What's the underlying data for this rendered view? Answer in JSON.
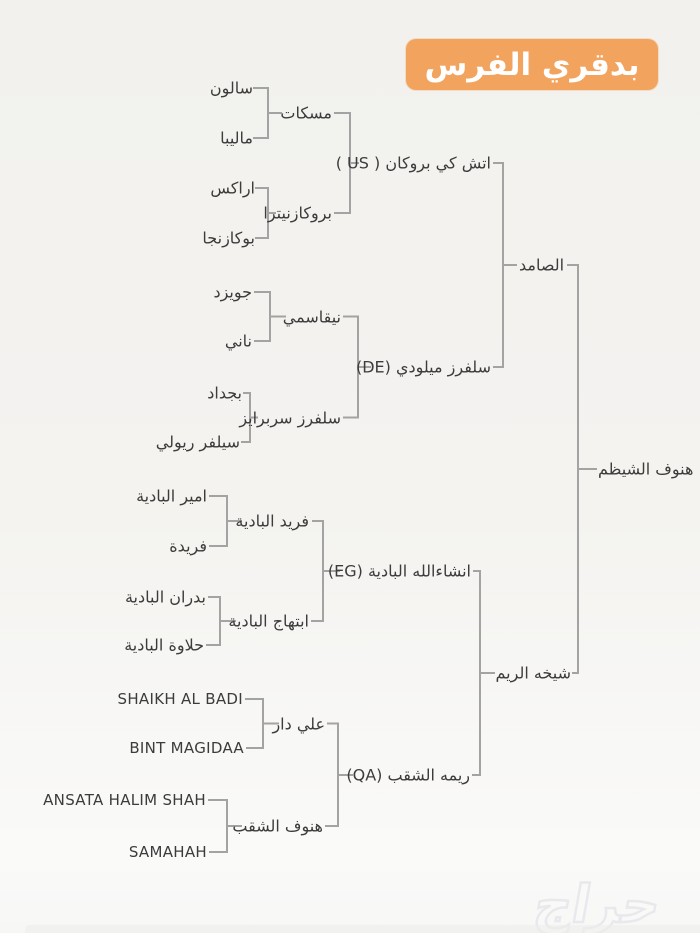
{
  "title": "بدقري الفرس",
  "watermark": "حراج",
  "colors": {
    "background": "#f3f2ef",
    "accent_orange": "#f2a45f",
    "title_text": "#ffffff",
    "line": "#a3a3a3",
    "text": "#3c3c3c",
    "watermark": "#e7e9ec"
  },
  "pedigree": {
    "root": {
      "label": "هنوف الشيظم"
    },
    "gen1": [
      {
        "label": "الصامد"
      },
      {
        "label": "شيخه الريم"
      }
    ],
    "gen2": [
      {
        "label": "اتش كي بروكان ( US )"
      },
      {
        "label": "سلفرز ميلودي (DE)"
      },
      {
        "label": "انشاءالله البادية (EG)"
      },
      {
        "label": "ريمه الشقب (QA)"
      }
    ],
    "gen3": [
      {
        "label": "مسكات"
      },
      {
        "label": "بروكازنيترا"
      },
      {
        "label": "نيقاسمي"
      },
      {
        "label": "سلفرز سربرايز"
      },
      {
        "label": "فريد البادية"
      },
      {
        "label": "ابتهاج البادية"
      },
      {
        "label": "علي دار"
      },
      {
        "label": "هنوف الشقب"
      }
    ],
    "gen4": [
      {
        "label": "سالون"
      },
      {
        "label": "ماليبا"
      },
      {
        "label": "اراكس"
      },
      {
        "label": "بوكازنجا"
      },
      {
        "label": "جويزد"
      },
      {
        "label": "ناني"
      },
      {
        "label": "بجداد"
      },
      {
        "label": "سيلفر ريولي"
      },
      {
        "label": "امير البادية"
      },
      {
        "label": "فريدة"
      },
      {
        "label": "بدران البادية"
      },
      {
        "label": "حلاوة البادية"
      },
      {
        "label": "SHAIKH AL BADI"
      },
      {
        "label": "BINT MAGIDAA"
      },
      {
        "label": "ANSATA HALIM SHAH"
      },
      {
        "label": "SAMAHAH"
      }
    ]
  }
}
